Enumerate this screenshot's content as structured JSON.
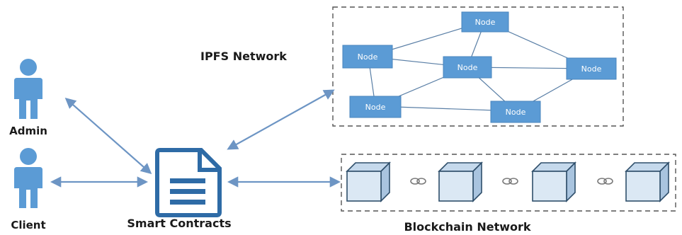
{
  "actors": {
    "admin_label": "Admin",
    "client_label": "Client"
  },
  "smart_contracts": {
    "label": "Smart Contracts"
  },
  "ipfs": {
    "label": "IPFS Network",
    "node_label": "Node",
    "node_count": 6
  },
  "blockchain": {
    "label": "Blockchain Network",
    "block_count": 4
  },
  "colors": {
    "accent": "#5b9bd5",
    "arrow": "#6d95c4",
    "frame": "#555555"
  },
  "icons": [
    "person-icon",
    "document-icon",
    "block-cube-icon",
    "chain-link-icon"
  ]
}
